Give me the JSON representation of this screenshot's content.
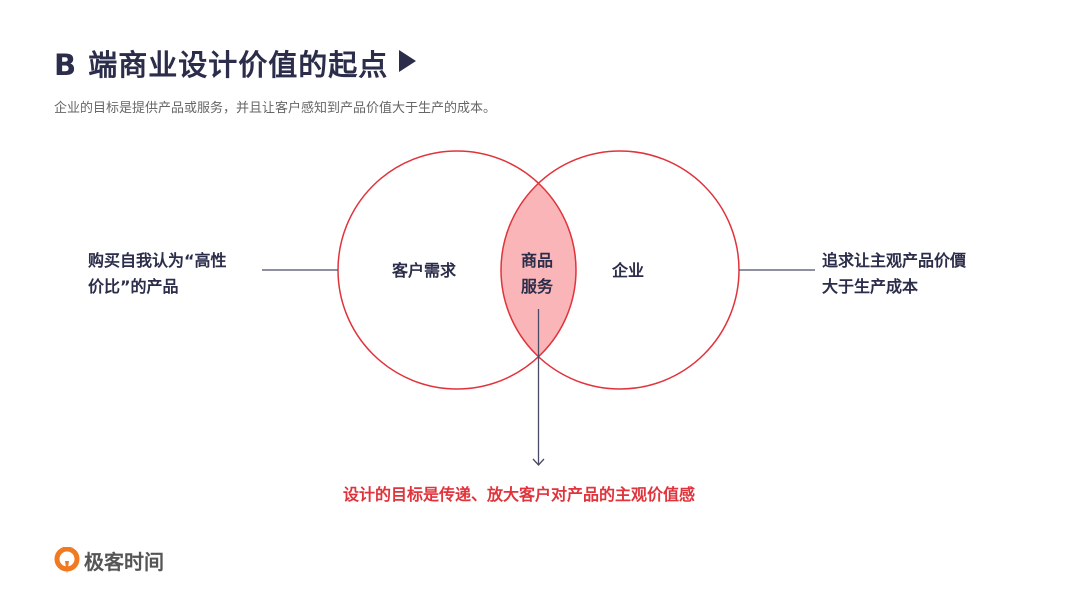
{
  "header": {
    "title": "B 端商业设计价值的起点",
    "subtitle": "企业的目标是提供产品或服务，并且让客户感知到产品价值大于生产的成本。"
  },
  "diagram": {
    "left_circle": "客户需求",
    "right_circle": "企业",
    "intersection_line1": "商品",
    "intersection_line2": "服务",
    "left_note_line1": "购买自我认为“高性",
    "left_note_line2": "价比”的产品",
    "right_note_line1": "追求让主观产品价價",
    "right_note_line2": "大于生产成本",
    "conclusion": "设计的目标是传递、放大客户对产品的主观价值感",
    "colors": {
      "circle_stroke": "#e0333b",
      "intersection_fill": "#f9b5b8",
      "text": "#2b2d4a",
      "connector": "#4a4c66"
    }
  },
  "footer": {
    "logo_text": "极客时间",
    "logo_color": "#f07a22"
  }
}
